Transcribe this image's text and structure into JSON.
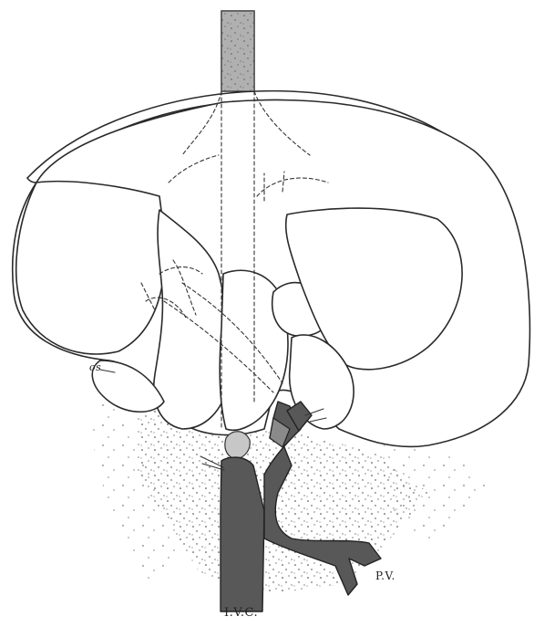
{
  "labels": {
    "ivc": "I.V.C.",
    "pv": "P.V.",
    "os": "os"
  }
}
